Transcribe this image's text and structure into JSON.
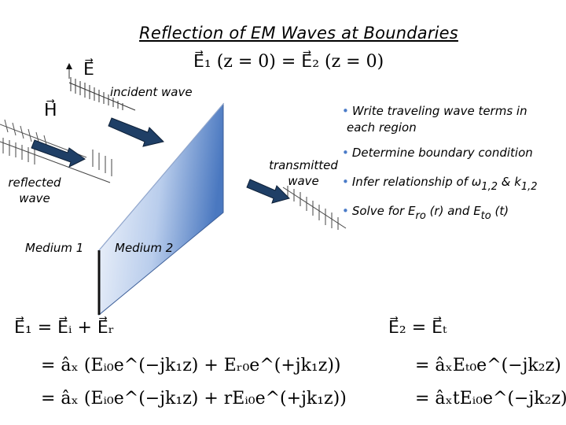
{
  "title": "Reflection of EM Waves at Boundaries",
  "boundary_eq": "E⃗₁ (z = 0) = E⃗₂ (z = 0)",
  "labels": {
    "incident": "incident wave",
    "reflected": [
      "reflected",
      "wave"
    ],
    "transmitted": [
      "transmitted",
      "wave"
    ],
    "medium1": "Medium 1",
    "medium2": "Medium 2",
    "E_vec": "E⃗",
    "H_vec": "H⃗"
  },
  "bullets": {
    "b1_line1": "Write traveling wave terms in",
    "b1_line2": "each region",
    "b2": "Determine boundary condition",
    "b3_pre": "Infer relationship of ω",
    "b3_sub1": "1,2",
    "b3_mid": " & k",
    "b3_sub2": "1,2",
    "b4_pre": "Solve for E",
    "b4_sub1": "ro",
    "b4_mid": " (r) and E",
    "b4_sub2": "to",
    "b4_post": " (t)"
  },
  "equations_left": [
    "E⃗₁ = E⃗ᵢ + E⃗ᵣ",
    "= âₓ (Eᵢ₀e^(−jk₁z) + Eᵣ₀e^(+jk₁z))",
    "= âₓ (Eᵢ₀e^(−jk₁z) + rEᵢ₀e^(+jk₁z))"
  ],
  "equations_right": [
    "E⃗₂ = E⃗ₜ",
    "= âₓEₜ₀e^(−jk₂z)",
    "= âₓtEᵢ₀e^(−jk₂z)"
  ],
  "colors": {
    "bullet": "#4a7bc8",
    "arrow_fill": "#1f3f66",
    "slab_dark": "#4a78c0",
    "slab_light": "#f4f7fc"
  }
}
